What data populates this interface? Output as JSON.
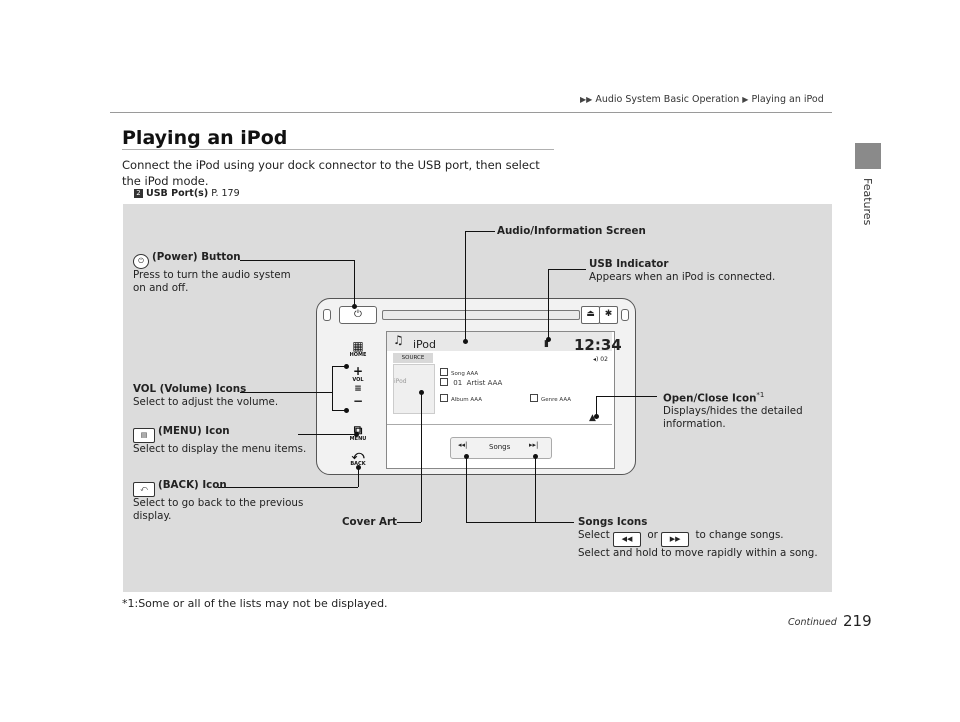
{
  "header": {
    "crumb1": "Audio System Basic Operation",
    "crumb2": "Playing an iPod",
    "arrow": "▶▶",
    "arrow2": "▶"
  },
  "side_tab": {
    "label": "Features"
  },
  "section": {
    "title": "Playing an iPod",
    "intro": "Connect the iPod using your dock connector to the USB port, then select the iPod mode.",
    "xref_icon": "2",
    "xref_label": "USB Port(s)",
    "xref_page": "P. 179"
  },
  "callouts": {
    "power_title": "(Power) Button",
    "power_desc1": "Press to turn the audio system",
    "power_desc2": "on and off.",
    "vol_title": "VOL (Volume) Icons",
    "vol_desc": "Select to adjust the volume.",
    "menu_title": "(MENU) Icon",
    "menu_desc": "Select to display the menu items.",
    "back_title": "(BACK) Icon",
    "back_desc1": "Select to go back to the previous",
    "back_desc2": "display.",
    "audio_screen": "Audio/Information Screen",
    "usb_title": "USB Indicator",
    "usb_desc": "Appears when an iPod is connected.",
    "open_title": "Open/Close Icon",
    "open_sup": "*1",
    "open_desc1": "Displays/hides the detailed",
    "open_desc2": "information.",
    "cover_art": "Cover Art",
    "songs_title": "Songs Icons",
    "songs_desc1a": "Select",
    "songs_desc1b": "or",
    "songs_desc1c": "to change songs.",
    "songs_desc2": "Select and hold to move rapidly within a song."
  },
  "screen": {
    "source_title": "iPod",
    "clock": "12:34",
    "source_tab": "SOURCE",
    "vol_indicator": "02",
    "cover_text": "iPod",
    "song": "Song AAA",
    "track_no": "01",
    "artist": "Artist AAA",
    "album": "Album AAA",
    "genre": "Genre AAA",
    "songs_label": "Songs"
  },
  "device_buttons": {
    "home": "HOME",
    "vol": "VOL",
    "menu": "MENU",
    "back": "BACK"
  },
  "footer": {
    "footnote": "*1:Some or all of the lists may not be displayed.",
    "continued": "Continued",
    "page": "219"
  },
  "icons": [
    "power-icon",
    "menu-icon",
    "back-icon",
    "home-icon",
    "prev-track-icon",
    "next-track-icon",
    "eject-icon",
    "usb-icon",
    "music-note-icon",
    "open-close-icon"
  ]
}
